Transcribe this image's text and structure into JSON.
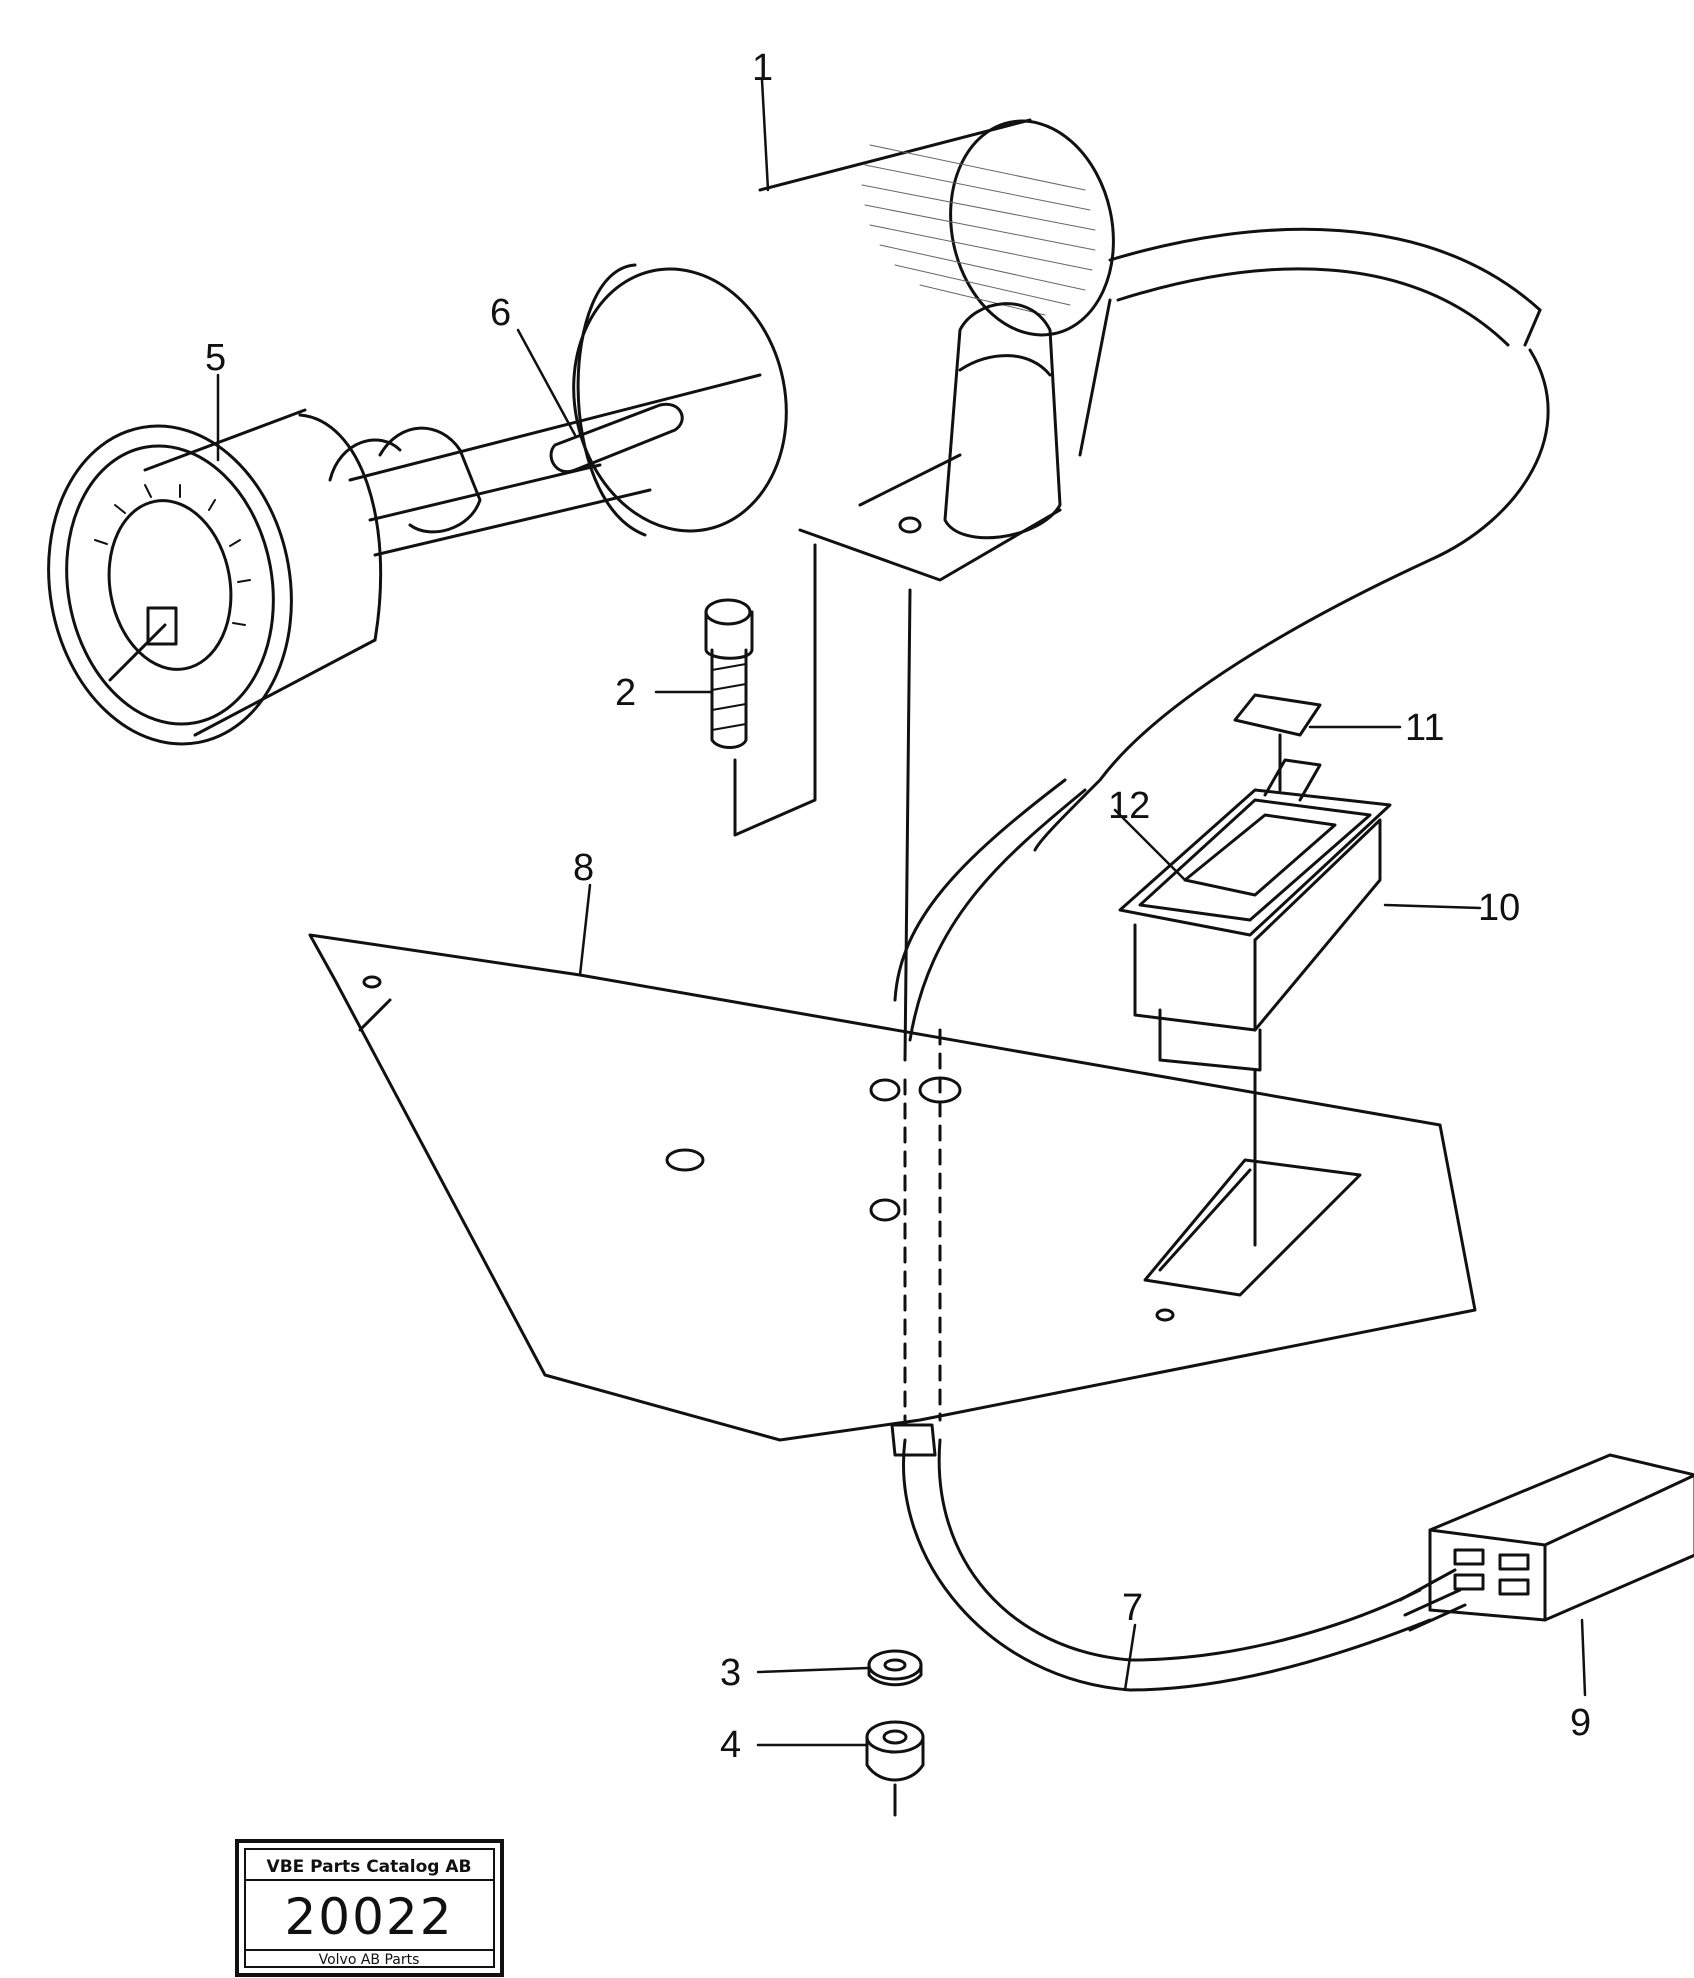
{
  "callouts": [
    "1",
    "2",
    "3",
    "4",
    "5",
    "6",
    "7",
    "8",
    "9",
    "10",
    "11",
    "12"
  ],
  "stamp": {
    "company": "VBE Parts Catalog AB",
    "number": "20022",
    "footer": "Volvo AB Parts"
  }
}
